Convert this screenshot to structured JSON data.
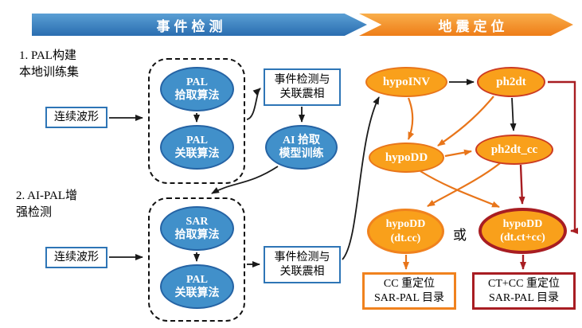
{
  "banners": {
    "detection": "事件检测",
    "location": "地震定位"
  },
  "annotations": {
    "step1": "1. PAL构建\n本地训练集",
    "step2": "2. AI-PAL增\n强检测",
    "or": "或"
  },
  "nodes": {
    "input1": "连续波形",
    "pal_pick": "PAL\n拾取算法",
    "pal_assoc1": "PAL\n关联算法",
    "detect1": "事件检测与\n关联震相",
    "ai_train": "AI 拾取\n模型训练",
    "input2": "连续波形",
    "sar_pick": "SAR\n拾取算法",
    "pal_assoc2": "PAL\n关联算法",
    "detect2": "事件检测与\n关联震相",
    "hypoinv": "hypoINV",
    "ph2dt": "ph2dt",
    "hypodd": "hypoDD",
    "ph2dt_cc": "ph2dt_cc",
    "hypodd_cc": "hypoDD\n(dt.cc)",
    "hypodd_ctcc": "hypoDD\n(dt.ct+cc)",
    "out_cc": "CC 重定位\nSAR-PAL 目录",
    "out_ctcc": "CT+CC 重定位\nSAR-PAL 目录"
  },
  "colors": {
    "blue_fill": "#4190ca",
    "blue_border": "#2563a4",
    "banner_blue": "#2e78b8",
    "orange_fill": "#f9a01b",
    "orange_border": "#e8751a",
    "banner_orange": "#f0821e",
    "red": "#cc3b22",
    "dark_red": "#a81d22",
    "arrow_black": "#1a1a1a"
  }
}
